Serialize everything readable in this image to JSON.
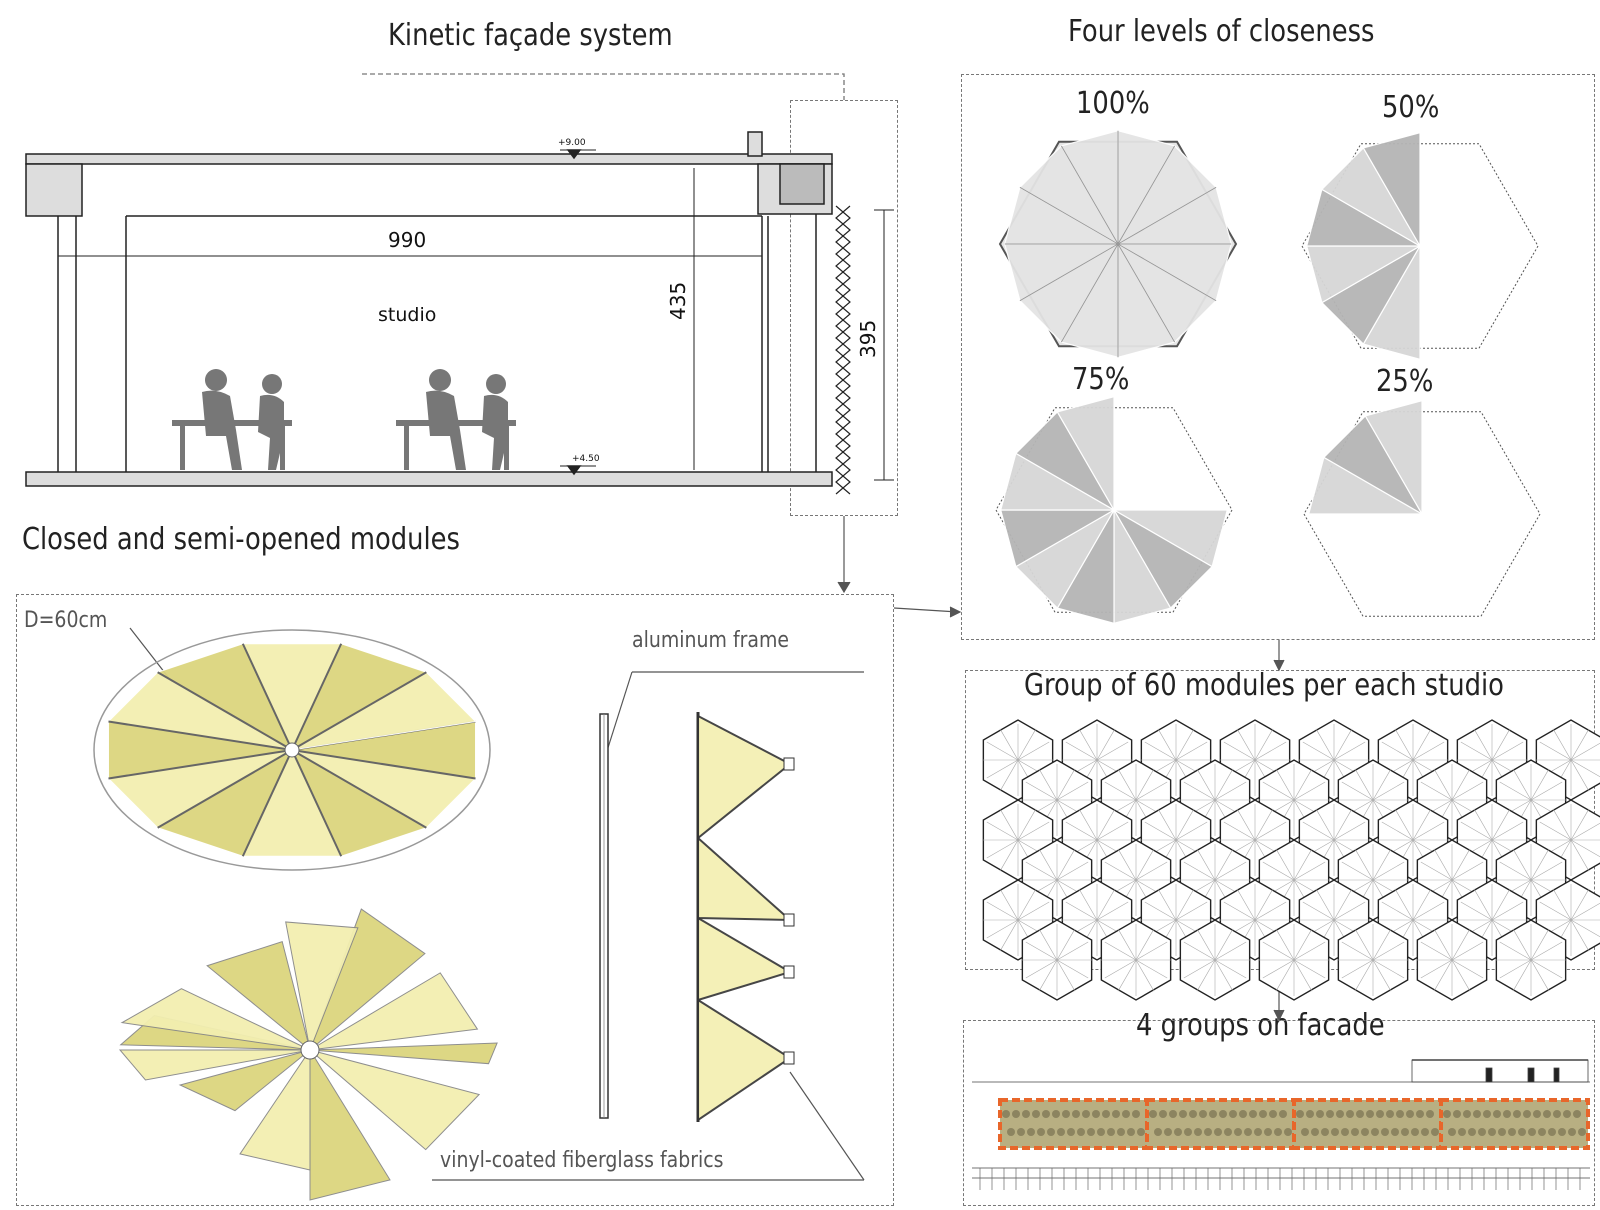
{
  "titles": {
    "kinetic": "Kinetic façade system",
    "closeness": "Four levels of closeness",
    "modules": "Closed and semi-opened modules",
    "group": "Group of 60 modules per each studio",
    "facade": "4 groups on facade"
  },
  "section": {
    "width_dim": "990",
    "height_dim": "435",
    "facade_dim": "395",
    "room_label": "studio",
    "top_level": "+9.00",
    "floor_level": "+4.50"
  },
  "modules": {
    "diameter": "D=60cm",
    "frame_label": "aluminum frame",
    "fabric_label": "vinyl-coated fiberglass fabrics"
  },
  "closeness_levels": [
    {
      "label": "100%",
      "value": 1.0
    },
    {
      "label": "50%",
      "value": 0.5
    },
    {
      "label": "75%",
      "value": 0.75
    },
    {
      "label": "25%",
      "value": 0.25
    }
  ],
  "group": {
    "module_count": 60,
    "rows": 6
  },
  "facade": {
    "group_count": 4
  },
  "colors": {
    "fabric": "#f3efb0",
    "fabric_dark": "#dcd57e",
    "accent": "#e8662a",
    "frame": "#333333"
  }
}
